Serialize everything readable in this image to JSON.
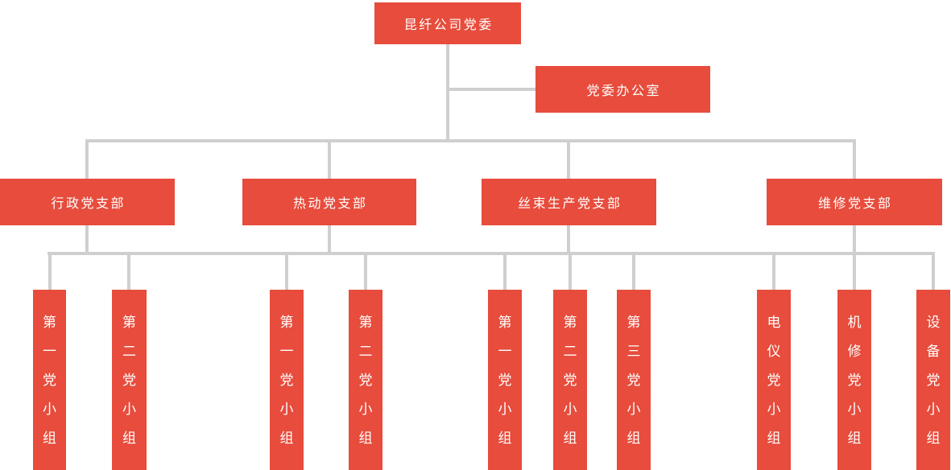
{
  "colors": {
    "node_bg": "#e74c3c",
    "node_text": "#ffffff",
    "connector": "#cfcfcf",
    "background": "#ffffff"
  },
  "org_chart": {
    "type": "organization-tree",
    "root": {
      "label": "昆纤公司党委"
    },
    "staff_office": {
      "label": "党委办公室"
    },
    "branches": [
      {
        "label": "行政党支部",
        "children": [
          {
            "label": "第一党小组"
          },
          {
            "label": "第二党小组"
          }
        ]
      },
      {
        "label": "热动党支部",
        "children": [
          {
            "label": "第一党小组"
          },
          {
            "label": "第二党小组"
          }
        ]
      },
      {
        "label": "丝束生产党支部",
        "children": [
          {
            "label": "第一党小组"
          },
          {
            "label": "第二党小组"
          },
          {
            "label": "第三党小组"
          }
        ]
      },
      {
        "label": "维修党支部",
        "children": [
          {
            "label": "电仪党小组"
          },
          {
            "label": "机修党小组"
          },
          {
            "label": "设备党小组"
          }
        ]
      }
    ]
  }
}
